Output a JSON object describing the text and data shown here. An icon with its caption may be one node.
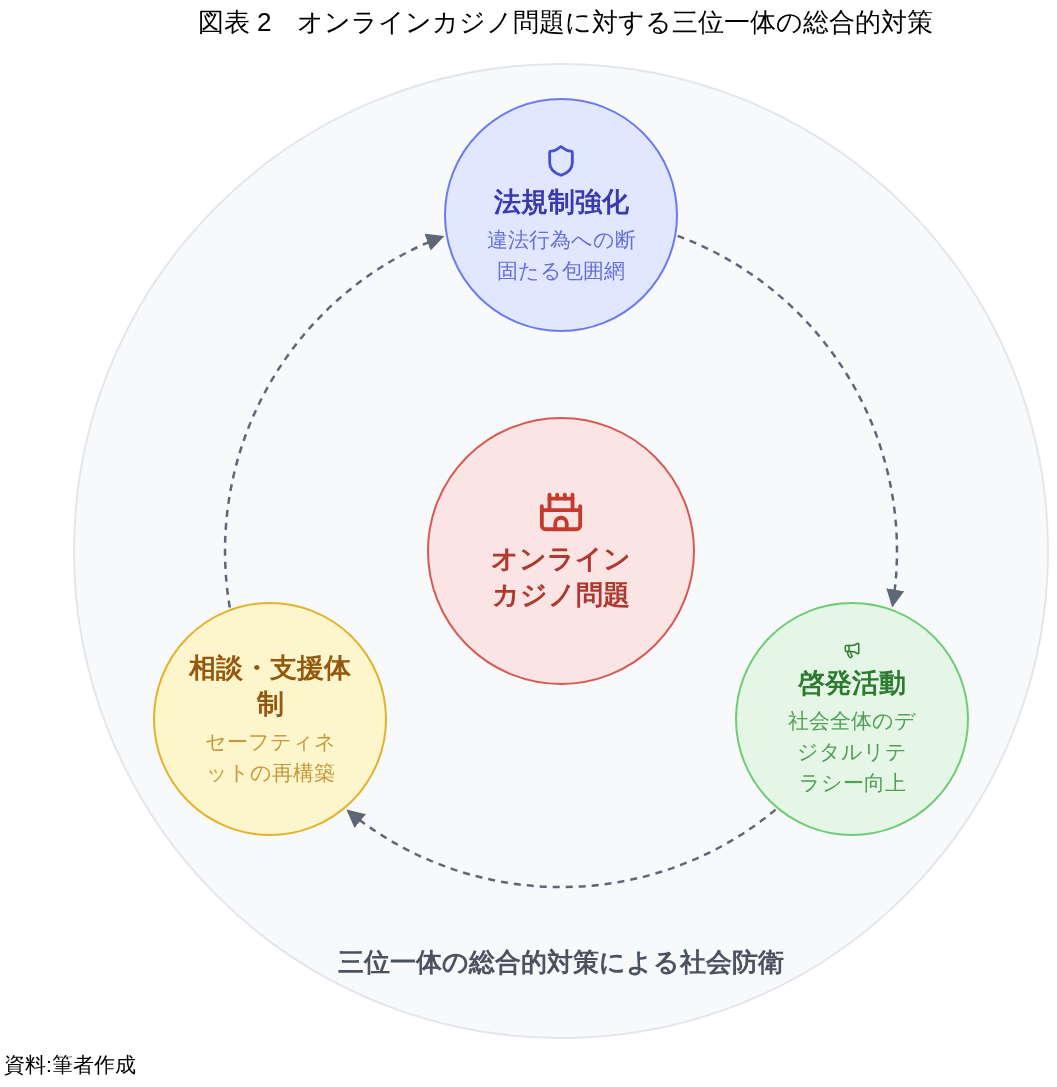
{
  "diagram": {
    "title": "図表 2　オンラインカジノ問題に対する三位一体の総合的対策",
    "nodes": [
      {
        "text": [
          "三位一体の総合的対策による社会防衛"
        ]
      },
      {
        "text": [
          "法規制強化",
          "違法行為への断固たる包囲網"
        ],
        "in": 0
      },
      {
        "text": [
          "オンラインカジノ問題"
        ],
        "in": 0
      },
      {
        "text": [
          "相談・支援体制",
          "セーフティネットの再構築"
        ],
        "in": 0
      },
      {
        "text": [
          "啓発活動",
          "社会全体のデジタルリテラシー向上"
        ],
        "in": 0
      }
    ],
    "edges": [
      {
        "from": 1,
        "to": 4,
        "arrow": "to",
        "style": "dashed"
      },
      {
        "from": 4,
        "to": 3,
        "arrow": "to",
        "style": "dashed"
      },
      {
        "from": 3,
        "to": 1,
        "arrow": "to",
        "style": "dashed"
      }
    ],
    "caption": "資料:筆者作成"
  }
}
